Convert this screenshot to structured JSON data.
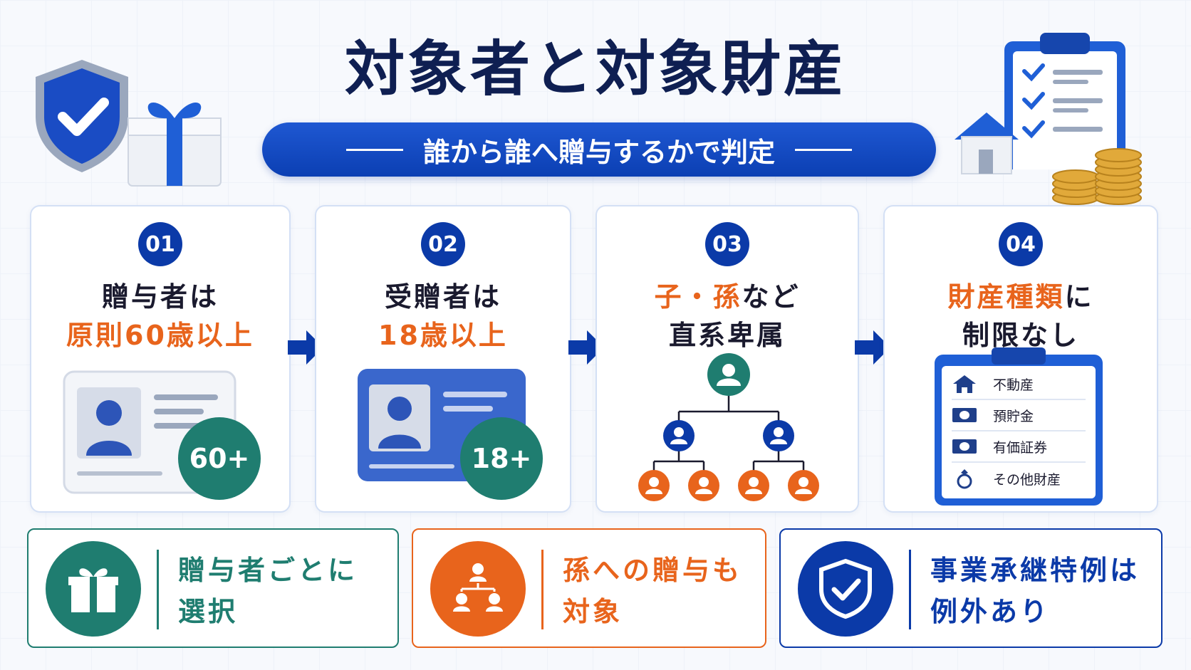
{
  "header": {
    "title": "対象者と対象財産",
    "subtitle": "誰から誰へ贈与するかで判定"
  },
  "cards": [
    {
      "num": "01",
      "line1": "贈与者は",
      "line2": "原則60歳以上",
      "badge": "60+"
    },
    {
      "num": "02",
      "line1": "受贈者は",
      "line2": "18歳以上",
      "badge": "18+"
    },
    {
      "num": "03",
      "line1_orange": "子・孫",
      "line1_dark": "など",
      "line2": "直系卑属"
    },
    {
      "num": "04",
      "line1_orange": "財産種類",
      "line1_dark": "に",
      "line2": "制限なし",
      "items": [
        "不動産",
        "預貯金",
        "有価証券",
        "その他財産"
      ]
    }
  ],
  "bottom": [
    {
      "line1": "贈与者ごとに",
      "line2": "選択",
      "color": "#1f7d70"
    },
    {
      "line1": "孫への贈与も",
      "line2": "対象",
      "color": "#e8641c"
    },
    {
      "line1": "事業承継特例は",
      "line2": "例外あり",
      "color": "#0b3aa8"
    }
  ],
  "colors": {
    "navy": "#0b3aa8",
    "teal": "#1f7d70",
    "orange": "#e8641c"
  },
  "icons": [
    "shield-check-icon",
    "gift-icon",
    "clipboard-icon",
    "house-icon",
    "coins-icon",
    "id-card-icon",
    "family-tree-icon",
    "ring-icon",
    "banknote-icon",
    "arrow-right-icon"
  ]
}
